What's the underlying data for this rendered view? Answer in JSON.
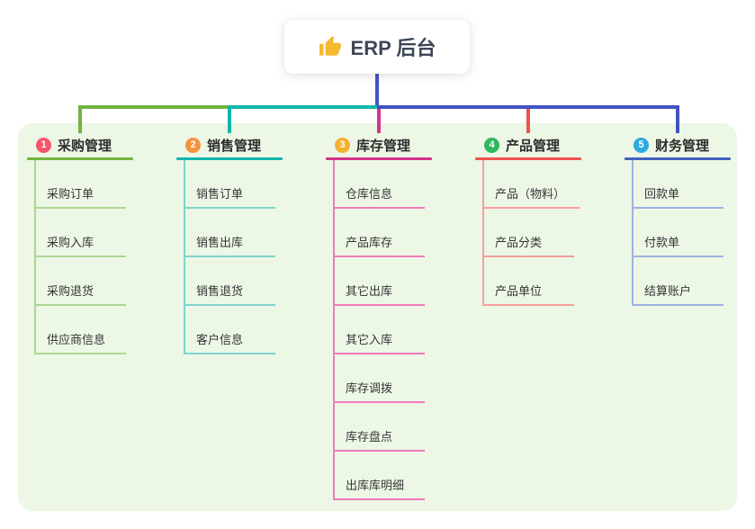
{
  "root": {
    "title": "ERP 后台",
    "icon": "thumbs-up-icon",
    "icon_color": "#f5b82e",
    "connector_color": "#4353c1"
  },
  "panel_color": "#ecf7e6",
  "branches": [
    {
      "badge": "1",
      "badge_color": "#f4566a",
      "title": "采购管理",
      "line_color": "#72b43e",
      "child_line_color": "#aed690",
      "drop_color": "#72b43e",
      "children": [
        "采购订单",
        "采购入库",
        "采购退货",
        "供应商信息"
      ]
    },
    {
      "badge": "2",
      "badge_color": "#f6913d",
      "title": "销售管理",
      "line_color": "#10b5ab",
      "child_line_color": "#7fd4cc",
      "drop_color": "#10b5ab",
      "children": [
        "销售订单",
        "销售出库",
        "销售退货",
        "客户信息"
      ]
    },
    {
      "badge": "3",
      "badge_color": "#f4b02c",
      "title": "库存管理",
      "line_color": "#d4338c",
      "child_line_color": "#f07ab8",
      "drop_color": "#d4338c",
      "children": [
        "仓库信息",
        "产品库存",
        "其它出库",
        "其它入库",
        "库存调拨",
        "库存盘点",
        "出库库明细"
      ]
    },
    {
      "badge": "4",
      "badge_color": "#2eb85c",
      "title": "产品管理",
      "line_color": "#f0524e",
      "child_line_color": "#f79e9c",
      "drop_color": "#f0524e",
      "children": [
        "产品（物料）",
        "产品分类",
        "产品单位"
      ]
    },
    {
      "badge": "5",
      "badge_color": "#2da9e1",
      "title": "财务管理",
      "line_color": "#4062bd",
      "child_line_color": "#9db3e0",
      "drop_color": "#4353c1",
      "children": [
        "回款单",
        "付款单",
        "结算账户"
      ]
    }
  ]
}
